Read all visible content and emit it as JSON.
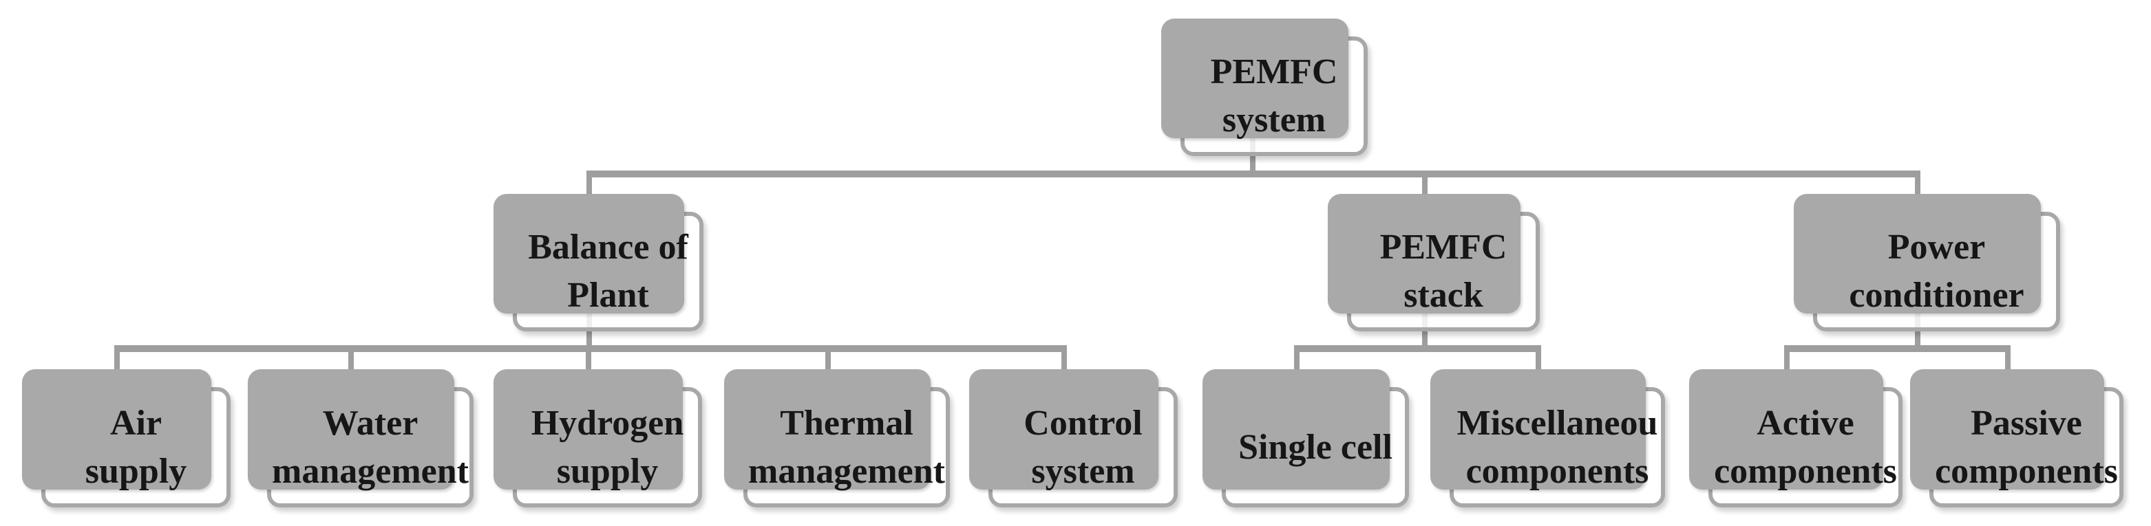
{
  "figure": {
    "description": "Organizational chart of a PEMFC system and its sub-components"
  },
  "colors": {
    "card_shadow": "#a9a9a9",
    "card_border": "#a8a8a8",
    "card_fill_overlap": "#f1f1f1",
    "connector": "#9e9e9e",
    "text": "#161616",
    "background": "#ffffff"
  },
  "nodes": [
    {
      "id": "pemfc-system",
      "level": 1,
      "parent": null,
      "lines": [
        "PEMFC",
        "system"
      ]
    },
    {
      "id": "balance-of-plant",
      "level": 2,
      "parent": "pemfc-system",
      "lines": [
        "Balance of",
        "Plant"
      ]
    },
    {
      "id": "pemfc-stack",
      "level": 2,
      "parent": "pemfc-system",
      "lines": [
        "PEMFC",
        "stack"
      ]
    },
    {
      "id": "power-conditioner",
      "level": 2,
      "parent": "pemfc-system",
      "lines": [
        "Power",
        "conditioner"
      ]
    },
    {
      "id": "air-supply",
      "level": 3,
      "parent": "balance-of-plant",
      "lines": [
        "Air",
        "supply"
      ]
    },
    {
      "id": "water-management",
      "level": 3,
      "parent": "balance-of-plant",
      "lines": [
        "Water",
        "management"
      ]
    },
    {
      "id": "hydrogen-supply",
      "level": 3,
      "parent": "balance-of-plant",
      "lines": [
        "Hydrogen",
        "supply"
      ]
    },
    {
      "id": "thermal-management",
      "level": 3,
      "parent": "balance-of-plant",
      "lines": [
        "Thermal",
        "management"
      ]
    },
    {
      "id": "control-system",
      "level": 3,
      "parent": "balance-of-plant",
      "lines": [
        "Control",
        "system"
      ]
    },
    {
      "id": "single-cell",
      "level": 3,
      "parent": "pemfc-stack",
      "lines": [
        "Single cell"
      ]
    },
    {
      "id": "miscellaneou-components",
      "level": 3,
      "parent": "pemfc-stack",
      "lines": [
        "Miscellaneou",
        "components"
      ]
    },
    {
      "id": "active-components",
      "level": 3,
      "parent": "power-conditioner",
      "lines": [
        "Active",
        "components"
      ]
    },
    {
      "id": "passive-components",
      "level": 3,
      "parent": "power-conditioner",
      "lines": [
        "Passive",
        "components"
      ]
    }
  ]
}
